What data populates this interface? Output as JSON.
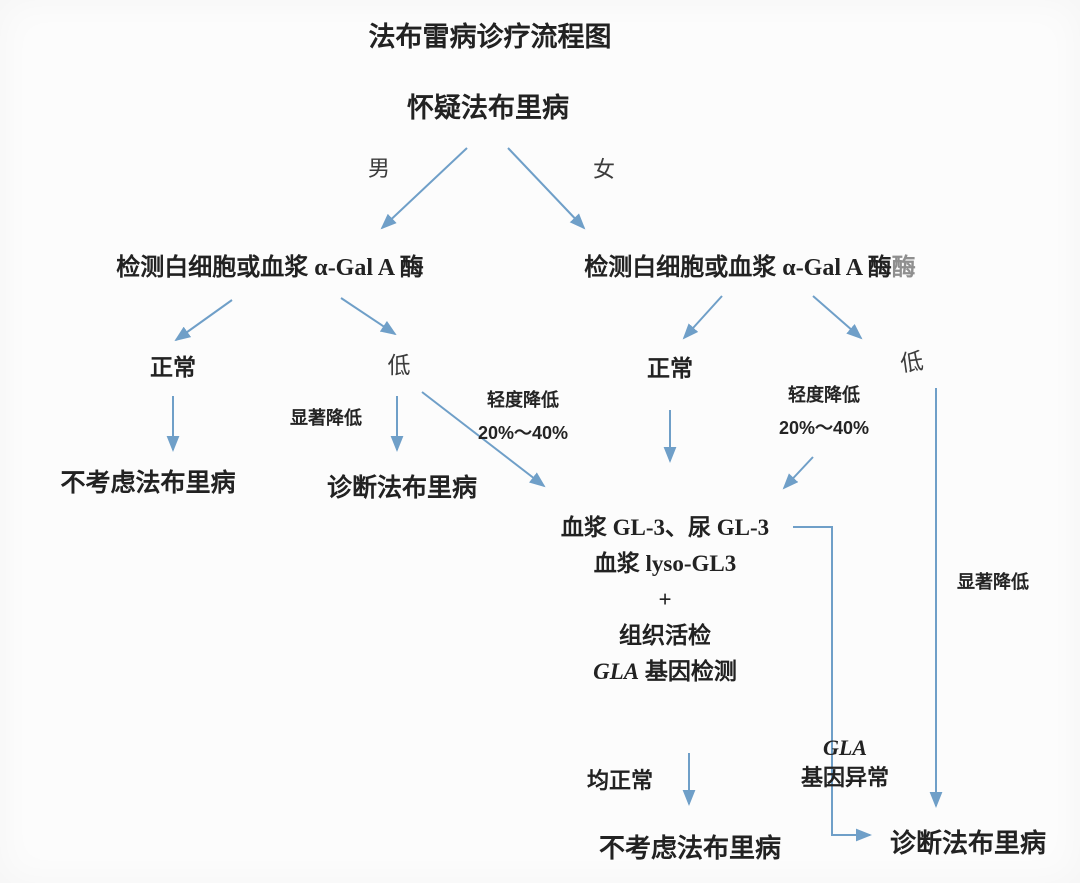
{
  "title": "法布雷病诊疗流程图",
  "flowchart": {
    "root": "怀疑法布里病",
    "branches": {
      "male": "男",
      "female": "女"
    },
    "male_path": {
      "test": "检测白细胞或血浆 α-Gal A 酶",
      "normal": "正常",
      "low": "低",
      "significant_decrease": "显著降低",
      "mild_decrease": "轻度降低",
      "mild_decrease_range": "20%～40%",
      "outcome_not_considered": "不考虑法布里病",
      "outcome_diagnosed": "诊断法布里病"
    },
    "female_path": {
      "test": "检测白细胞或血浆 α-Gal A 酶",
      "test_duplicate_char": "酶",
      "normal": "正常",
      "low": "低",
      "mild_decrease": "轻度降低",
      "mild_decrease_range": "20%～40%",
      "significant_decrease": "显著降低"
    },
    "workup": {
      "line1": "血浆 GL-3、尿 GL-3",
      "line2": "血浆 lyso-GL3",
      "line3": "+",
      "line4": "组织活检",
      "line5_gene": "GLA",
      "line5_rest": "基因检测"
    },
    "workup_outcomes": {
      "all_normal": "均正常",
      "gene_abnormal_gene": "GLA",
      "gene_abnormal_rest": "基因异常",
      "outcome_not_considered": "不考虑法布里病",
      "outcome_diagnosed": "诊断法布里病"
    }
  },
  "colors": {
    "arrow": "#6f9fc8",
    "text": "#222222",
    "muted_text": "#8f8f8f",
    "background": "#fcfcfc"
  }
}
